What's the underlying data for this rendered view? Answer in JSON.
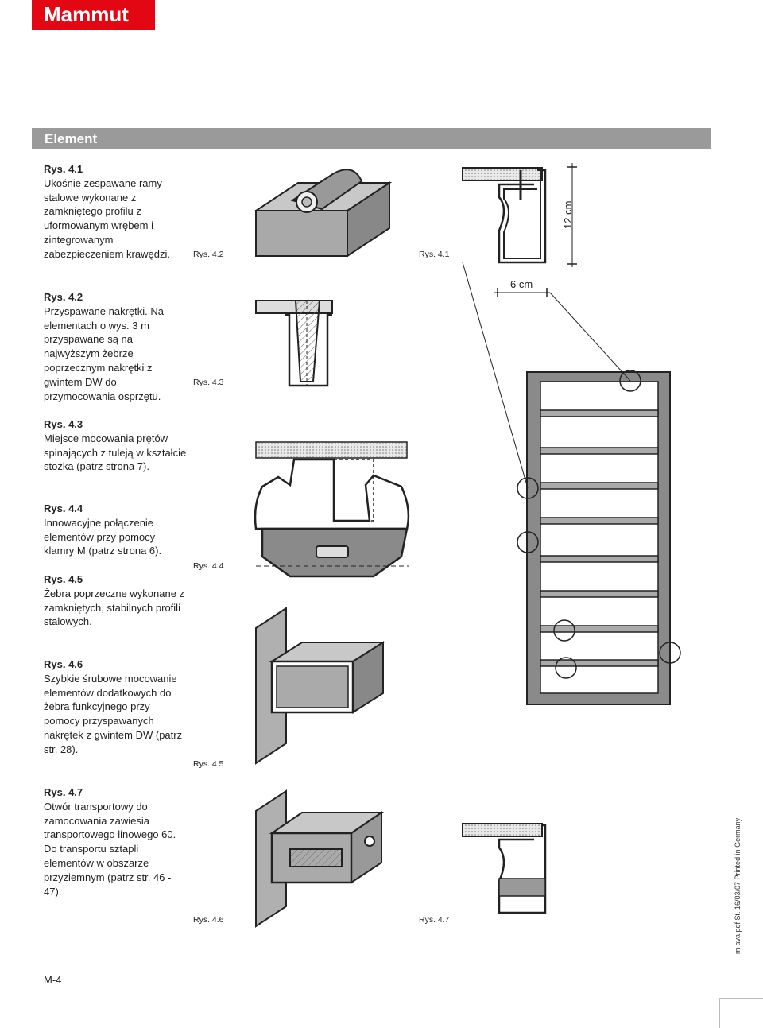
{
  "header": {
    "brand": "Mammut"
  },
  "section": {
    "title": "Element"
  },
  "descriptions": [
    {
      "heading": "Rys. 4.1",
      "text": "Ukośnie zespawane ramy stalowe wykonane z zamkniętego profilu z uformowanym wrębem i zintegrowanym zabezpieczeniem krawędzi."
    },
    {
      "heading": "Rys. 4.2",
      "text": "Przyspawane nakrętki. Na elementach o wys. 3 m przyspawane są na najwyższym żebrze poprzecznym nakrętki z gwintem DW do przymocowania osprzętu."
    },
    {
      "heading": "Rys. 4.3",
      "text": "Miejsce mocowania prętów spinających z tuleją w kształcie stożka (patrz strona 7)."
    },
    {
      "heading": "Rys. 4.4",
      "text": "Innowacyjne połączenie elementów przy pomocy klamry M (patrz strona 6)."
    },
    {
      "heading": "Rys. 4.5",
      "text": "Żebra poprzeczne wykonane z zamkniętych, stabilnych profili stalowych."
    },
    {
      "heading": "Rys. 4.6",
      "text": "Szybkie śrubowe mocowanie elementów dodatkowych do żebra funkcyjnego przy pomocy przyspawanych nakrętek z gwintem DW (patrz str. 28)."
    },
    {
      "heading": "Rys. 4.7",
      "text": "Otwór transportowy do zamocowania zawiesia transportowego linowego 60. Do transportu sztapli elementów w obszarze przyziemnym (patrz str. 46 - 47)."
    }
  ],
  "figure_labels": {
    "fig_4_2": "Rys. 4.2",
    "fig_4_1": "Rys. 4.1",
    "fig_4_3": "Rys. 4.3",
    "fig_4_4": "Rys. 4.4",
    "fig_4_5": "Rys. 4.5",
    "fig_4_6": "Rys. 4.6",
    "fig_4_7": "Rys. 4.7"
  },
  "dimensions": {
    "height": "12 cm",
    "width": "6 cm"
  },
  "footer": {
    "page": "M-4",
    "print_note": "m-ava.pdf St. 16/03/07 Printed in Germany"
  },
  "colors": {
    "brand_red": "#e30613",
    "bar_gray": "#9a9a9a",
    "steel_gray": "#a0a0a0"
  }
}
